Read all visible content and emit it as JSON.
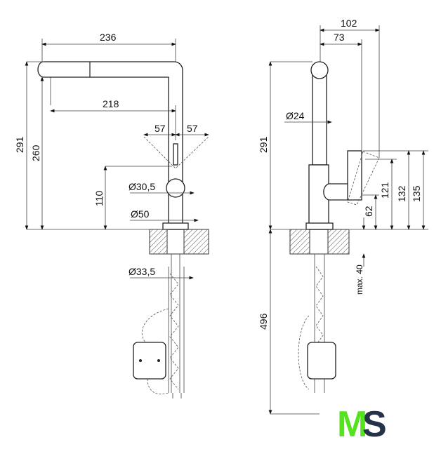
{
  "front_view": {
    "dims": {
      "spout_reach": "236",
      "spout_inner": "218",
      "lever_left": "57",
      "lever_right": "57",
      "total_height": "291",
      "spout_height": "260",
      "lever_height": "110",
      "lever_diameter": "Ø30,5",
      "base_diameter": "Ø50",
      "shank_diameter": "Ø33,5"
    }
  },
  "side_view": {
    "dims": {
      "handle_reach": "102",
      "body_reach": "73",
      "tube_diameter": "Ø24",
      "total_height": "291",
      "h121": "121",
      "h132": "132",
      "h135": "135",
      "h62": "62",
      "deck_thickness": "max. 40",
      "hose_length": "496"
    }
  },
  "logo": {
    "text": "MS",
    "letter1": "M",
    "letter2": "S",
    "color1": "#55e21f",
    "color2": "#263247"
  }
}
